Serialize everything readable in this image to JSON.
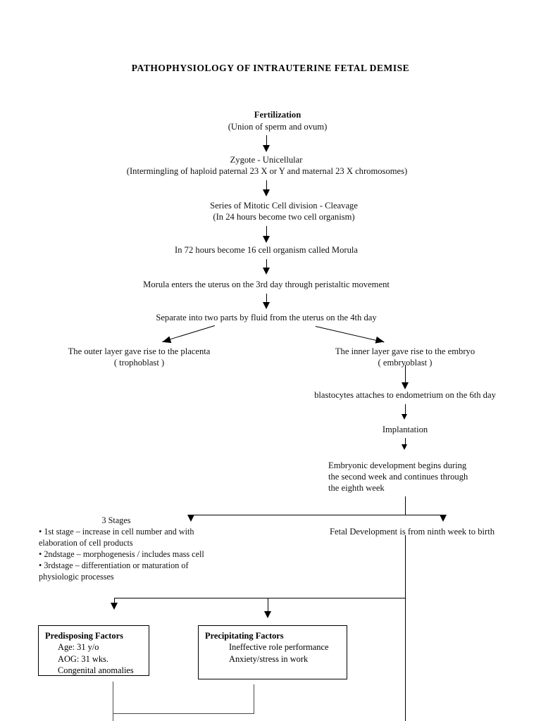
{
  "title": "PATHOPHYSIOLOGY OF INTRAUTERINE FETAL DEMISE",
  "flow": {
    "fertilization_heading": "Fertilization",
    "fertilization_sub": "(Union of sperm and ovum)",
    "zygote_line1": "Zygote - Unicellular",
    "zygote_line2": "(Intermingling of haploid paternal 23 X or Y and maternal 23 X chromosomes)",
    "cleavage_line1": "Series of Mitotic Cell division - Cleavage",
    "cleavage_line2": "(In 24 hours become two cell organism)",
    "morula": "In 72 hours become 16 cell organism called Morula",
    "morula_uterus": "Morula enters the uterus on the 3rd day through peristaltic movement",
    "separate": "Separate into two parts by fluid from the uterus on the 4th day",
    "outer_layer_line1": "The outer layer gave rise to the placenta",
    "outer_layer_line2": "( trophoblast )",
    "inner_layer_line1": "The inner layer gave rise to the embryo",
    "inner_layer_line2": "( embryoblast )",
    "blastocyte": "blastocytes attaches to endometrium on the 6th day",
    "implantation": "Implantation",
    "embryonic_development": "Embryonic development begins during\nthe second week and continues through\nthe eighth week",
    "fetal_development": "Fetal Development is from ninth week to birth"
  },
  "stages": {
    "heading": "3 Stages",
    "items": [
      "• 1st stage – increase in cell number and with",
      "elaboration of cell products",
      "• 2ndstage – morphogenesis / includes mass cell",
      "• 3rdstage – differentiation or maturation of",
      "physiologic processes"
    ]
  },
  "boxes": {
    "predisposing": {
      "heading": "Predisposing Factors",
      "items": [
        "Age: 31 y/o",
        "AOG: 31 wks.",
        "Congenital anomalies"
      ]
    },
    "precipitating": {
      "heading": "Precipitating Factors",
      "items": [
        "Ineffective role performance",
        "Anxiety/stress in work"
      ]
    }
  },
  "colors": {
    "ink": "#000000",
    "paper": "#ffffff"
  }
}
